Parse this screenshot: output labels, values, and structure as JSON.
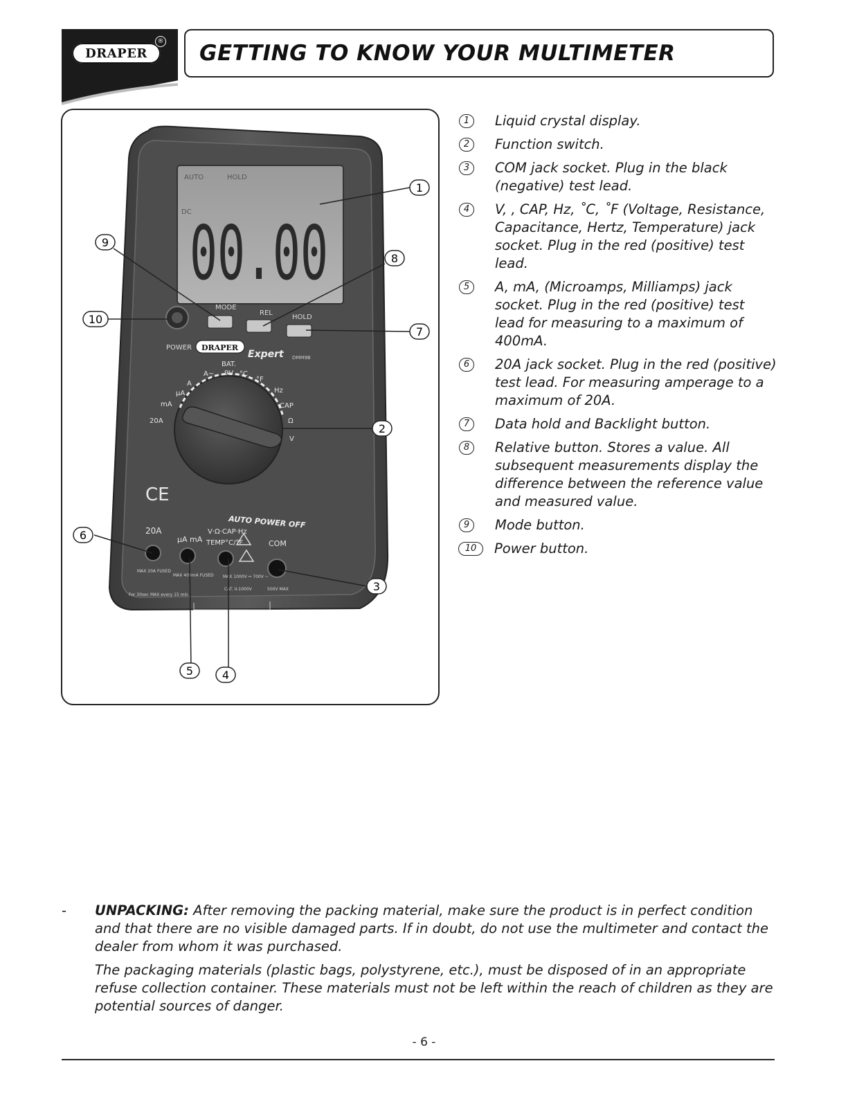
{
  "header": {
    "brand": "DRAPER",
    "registered_mark": "®",
    "title": "GETTING TO KNOW YOUR MULTIMETER"
  },
  "figure": {
    "device": {
      "lcd_reading": "00.00",
      "lcd_indicator_auto": "AUTO",
      "lcd_indicator_hold": "HOLD",
      "lcd_indicator_dc": "DC",
      "button_mode": "MODE",
      "button_rel": "REL",
      "button_hold": "HOLD",
      "power_label": "POWER",
      "brand_badge": "DRAPER",
      "brand_series": "Expert",
      "model": "DMM9B",
      "dial_labels": [
        "BAT.",
        "9V",
        "°C",
        "°F",
        "Hz",
        "CAP",
        "Ω",
        "V",
        "A~",
        "A",
        "μA",
        "mA",
        "20A"
      ],
      "ce_mark": "CE",
      "auto_power_off": "AUTO POWER OFF",
      "jack_20a": "20A",
      "jack_ua": "μA mA",
      "jack_v": "V·Ω·CAP·Hz",
      "jack_temp": "TEMP°C/°F",
      "jack_com": "COM",
      "fuse_20a": "MAX 20A FUSED",
      "fuse_400ma": "MAX 400mA FUSED",
      "max_rating": "MAX 1000V ⎓ 700V ~",
      "cat_rating": "CAT. II-1000V",
      "com_rating": "500V MAX",
      "duty_note": "For 30sec MAX every 15 min"
    },
    "callouts": [
      "1",
      "2",
      "3",
      "4",
      "5",
      "6",
      "7",
      "8",
      "9",
      "10"
    ]
  },
  "parts": [
    {
      "num": "1",
      "desc": "Liquid crystal display."
    },
    {
      "num": "2",
      "desc": "Function switch."
    },
    {
      "num": "3",
      "desc": "COM jack socket. Plug in the black (negative) test lead."
    },
    {
      "num": "4",
      "desc": "V, , CAP, Hz, ˚C, ˚F (Voltage, Resistance, Capacitance, Hertz, Temperature) jack socket. Plug in the red (positive) test lead."
    },
    {
      "num": "5",
      "desc": "A, mA, (Microamps, Milliamps) jack socket. Plug in the red (positive) test lead for measuring to a maximum of 400mA."
    },
    {
      "num": "6",
      "desc": "20A jack socket. Plug in the red (positive) test lead. For measuring amperage to a maximum of 20A."
    },
    {
      "num": "7",
      "desc": "Data hold and Backlight button."
    },
    {
      "num": "8",
      "desc": "Relative button. Stores a value. All subsequent measurements display the difference between the reference value and measured value."
    },
    {
      "num": "9",
      "desc": "Mode button."
    },
    {
      "num": "10",
      "desc": "Power button."
    }
  ],
  "unpacking": {
    "bullet": "-",
    "lead_in": "UNPACKING:",
    "text": " After removing the packing material, make sure the product is in perfect condition and that there are no visible damaged parts. If in doubt, do not use the multimeter and contact the dealer from whom it was purchased.",
    "text2": "The packaging materials (plastic bags, polystyrene, etc.), must be disposed of in an appropriate refuse collection container. These materials must not be left within the reach of children as they are potential sources of danger."
  },
  "footer": {
    "page_number": "- 6 -"
  }
}
